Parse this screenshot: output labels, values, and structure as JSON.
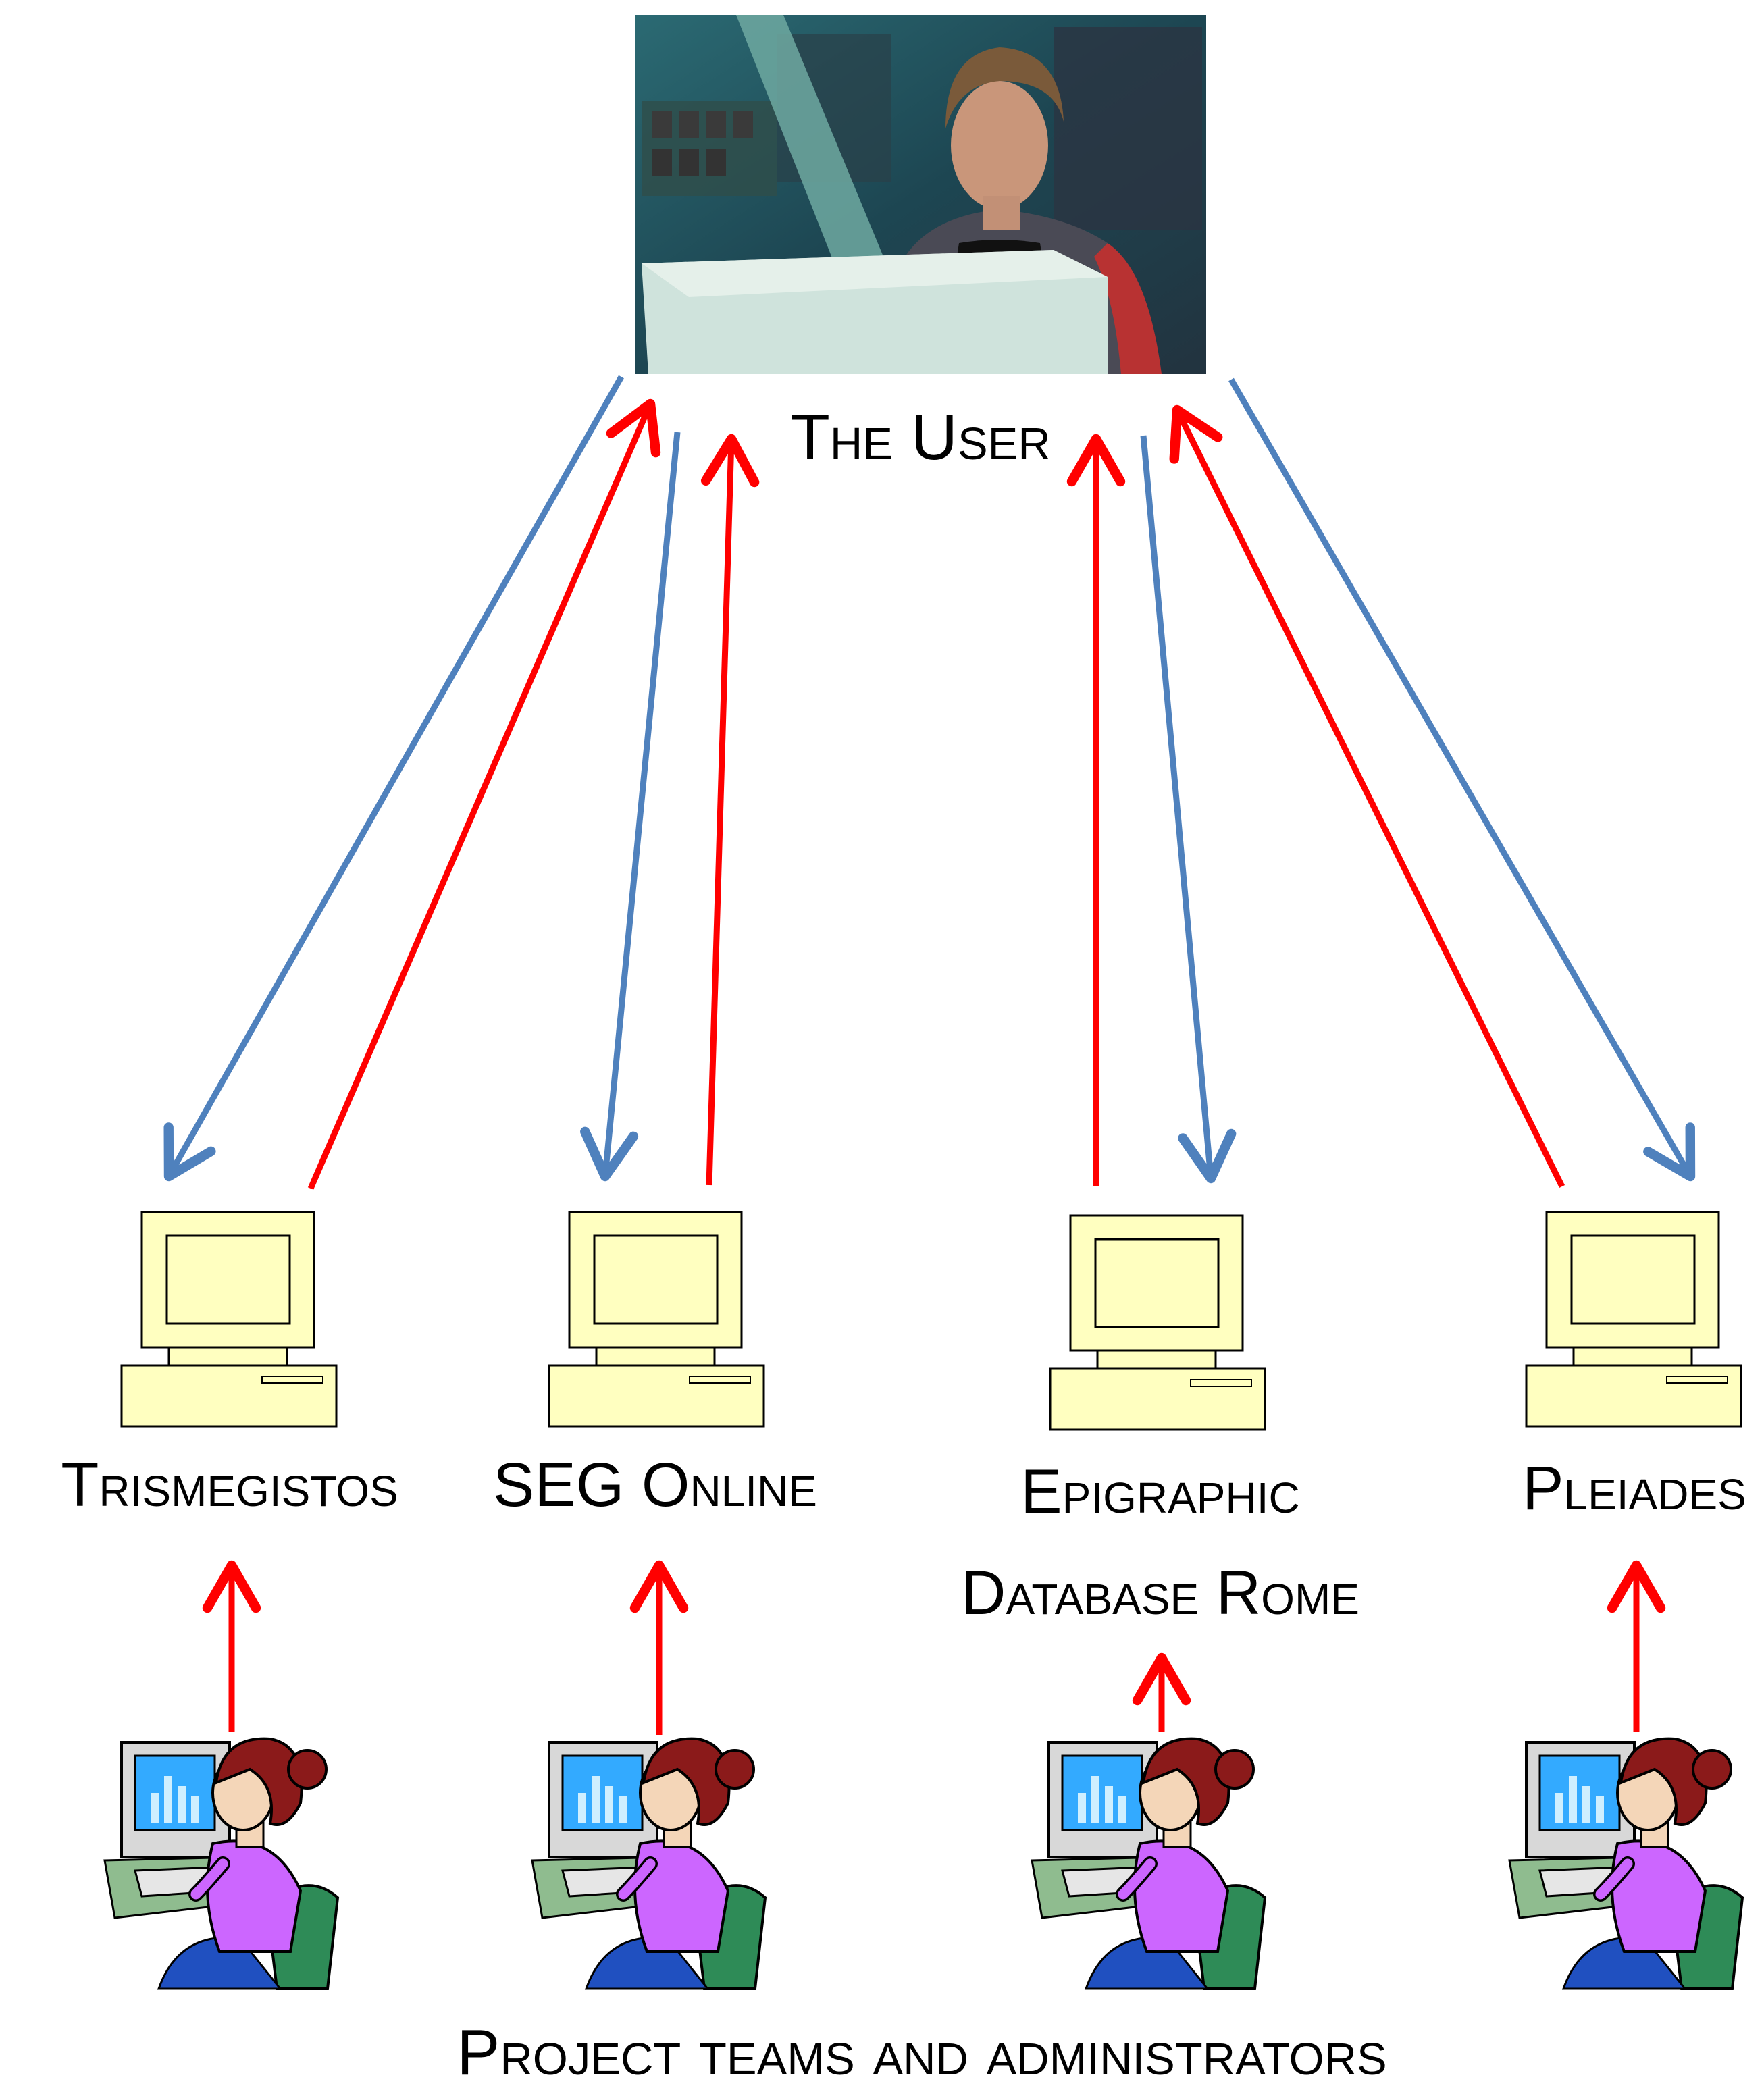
{
  "user": {
    "label": "The User"
  },
  "databases": [
    {
      "name": "Trismegistos",
      "lines": [
        "Trismegistos"
      ]
    },
    {
      "name": "SEG Online",
      "lines": [
        "SEG Online"
      ]
    },
    {
      "name": "Epigraphic Database Rome",
      "lines": [
        "Epigraphic",
        "Database Rome"
      ]
    },
    {
      "name": "Pleiades",
      "lines": [
        "Pleiades"
      ]
    }
  ],
  "footer": {
    "label": "Project teams and administrators"
  },
  "colors": {
    "upload_arrow": "#ff0000",
    "download_arrow": "#4f81bd",
    "computer_fill": "#ffffc0",
    "computer_stroke": "#000000",
    "photo_bg": "#1e4a55",
    "person_shirt": "#cc66ff",
    "person_hair": "#8b1a1a",
    "desk": "#8fbc8f",
    "chair": "#2e8b57",
    "screen": "#33aaff"
  },
  "icons": {
    "user_photo": "user-photo",
    "database_computer": "computer-icon",
    "admin_person": "admin-at-computer-icon"
  }
}
